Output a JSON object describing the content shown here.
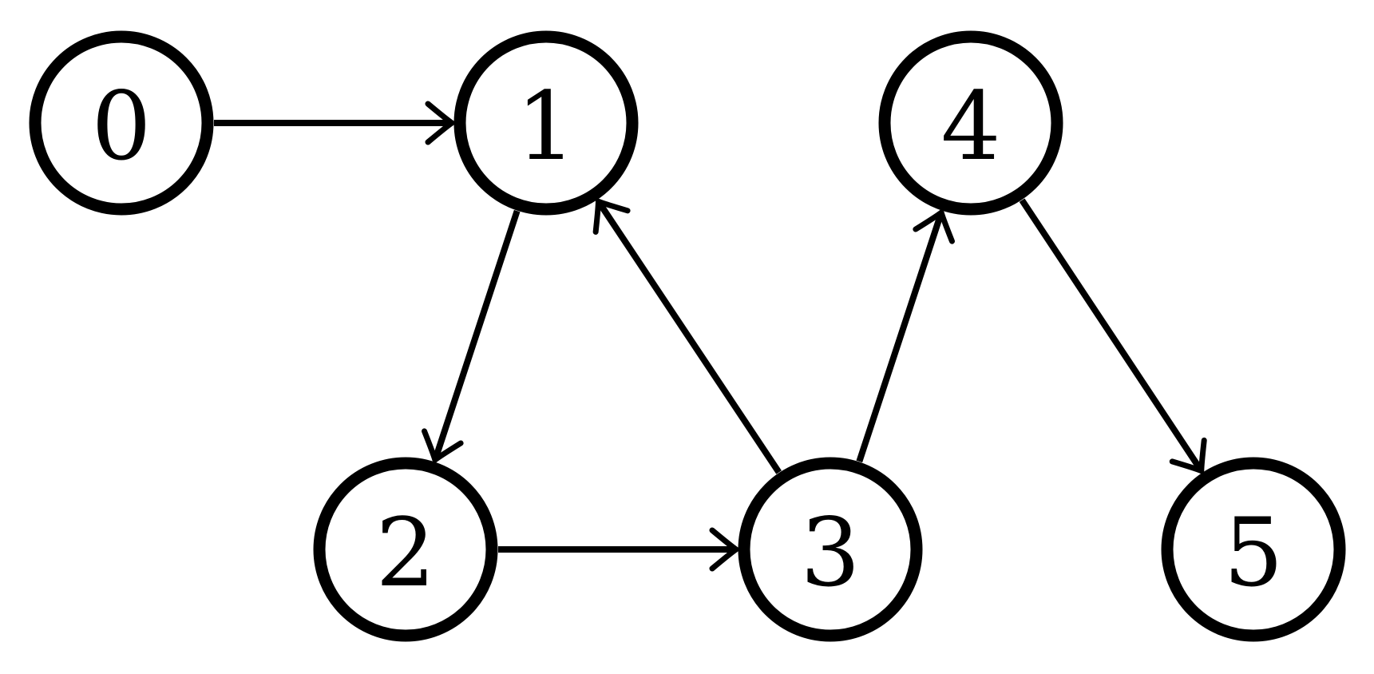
{
  "graph": {
    "nodes": [
      {
        "id": "0",
        "label": "0"
      },
      {
        "id": "1",
        "label": "1"
      },
      {
        "id": "2",
        "label": "2"
      },
      {
        "id": "3",
        "label": "3"
      },
      {
        "id": "4",
        "label": "4"
      },
      {
        "id": "5",
        "label": "5"
      }
    ],
    "edges": [
      {
        "from": "0",
        "to": "1"
      },
      {
        "from": "1",
        "to": "2"
      },
      {
        "from": "2",
        "to": "3"
      },
      {
        "from": "3",
        "to": "1"
      },
      {
        "from": "3",
        "to": "4"
      },
      {
        "from": "4",
        "to": "5"
      }
    ],
    "colors": {
      "stroke": "#000000",
      "fill": "#ffffff"
    }
  }
}
